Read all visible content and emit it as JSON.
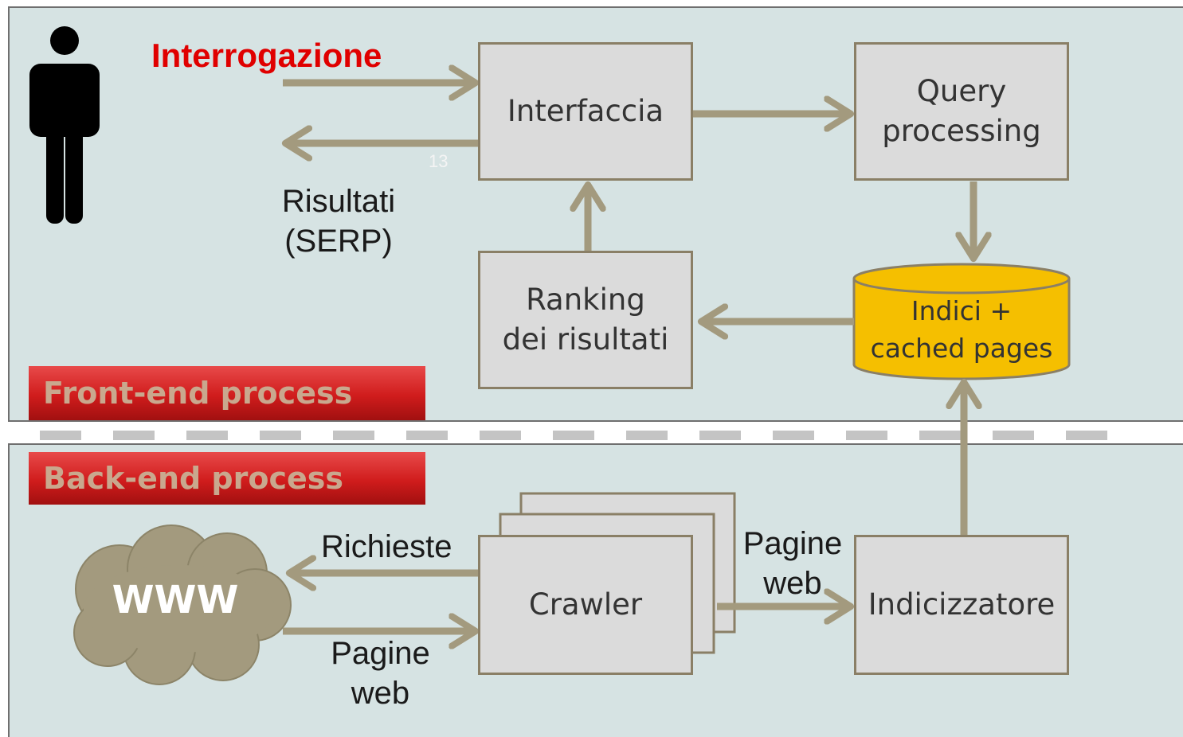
{
  "user_query_label": "Interrogazione",
  "results_label": "Risultati\n(SERP)",
  "slide_number": "13",
  "interface_box": "Interfaccia",
  "query_processing_box": "Query\nprocessing",
  "ranking_box": "Ranking\ndei risultati",
  "index_db": "Indici +\ncached pages",
  "frontend_banner": "Front-end process",
  "backend_banner": "Back-end process",
  "www_cloud": "WWW",
  "requests_label": "Richieste",
  "pages_in_label": "Pagine\nweb",
  "crawler_box": "Crawler",
  "pages_out_label": "Pagine\nweb",
  "indexer_box": "Indicizzatore",
  "colors": {
    "panel_bg": "#d6e3e3",
    "box_bg": "#dbdbdb",
    "arrow": "#a39a7e",
    "db_fill": "#f5bf00",
    "cloud_fill": "#a39a7e",
    "banner_red": "#d01c1c",
    "query_label_red": "#e00000"
  },
  "icons": [
    "person-icon",
    "cloud-icon",
    "database-icon"
  ]
}
